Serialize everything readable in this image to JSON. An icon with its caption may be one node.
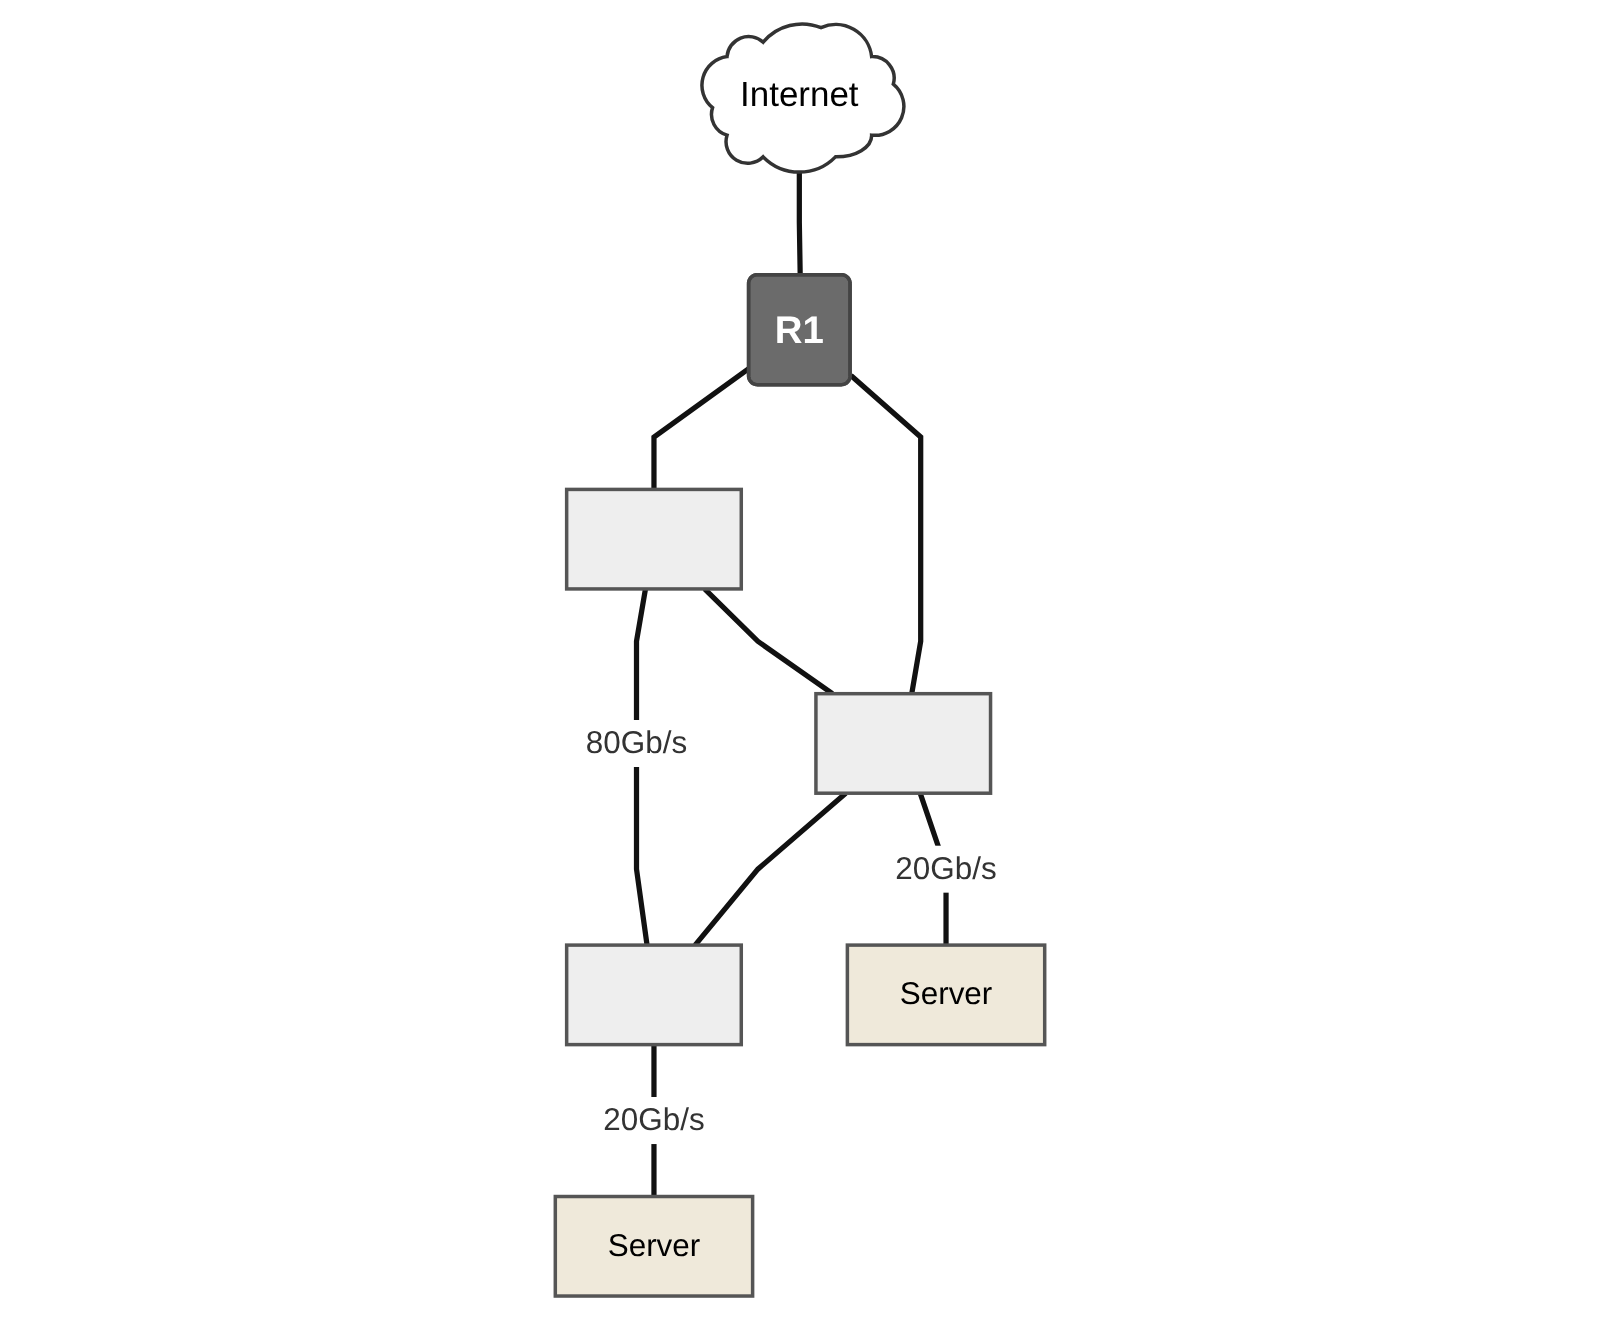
{
  "diagram": {
    "nodes": [
      {
        "text": [
          "Internet"
        ]
      },
      {
        "text": [
          "R1"
        ]
      },
      {
        "text": [],
        "shape": "box"
      },
      {
        "text": [],
        "shape": "box"
      },
      {
        "text": [],
        "shape": "box"
      },
      {
        "text": [
          "Server"
        ]
      },
      {
        "text": [
          "Server"
        ]
      }
    ],
    "edges": [
      {
        "from": 0,
        "to": 1,
        "arrow": "none"
      },
      {
        "from": 1,
        "to": 2,
        "arrow": "none"
      },
      {
        "from": 1,
        "to": 4,
        "arrow": "none"
      },
      {
        "from": 2,
        "to": 3,
        "arrow": "none",
        "label": "80Gb/s"
      },
      {
        "from": 2,
        "to": 4,
        "arrow": "none"
      },
      {
        "from": 4,
        "to": 3,
        "arrow": "none"
      },
      {
        "from": 4,
        "to": 5,
        "arrow": "none",
        "label": "20Gb/s"
      },
      {
        "from": 3,
        "to": 6,
        "arrow": "none",
        "label": "20Gb/s"
      }
    ]
  }
}
